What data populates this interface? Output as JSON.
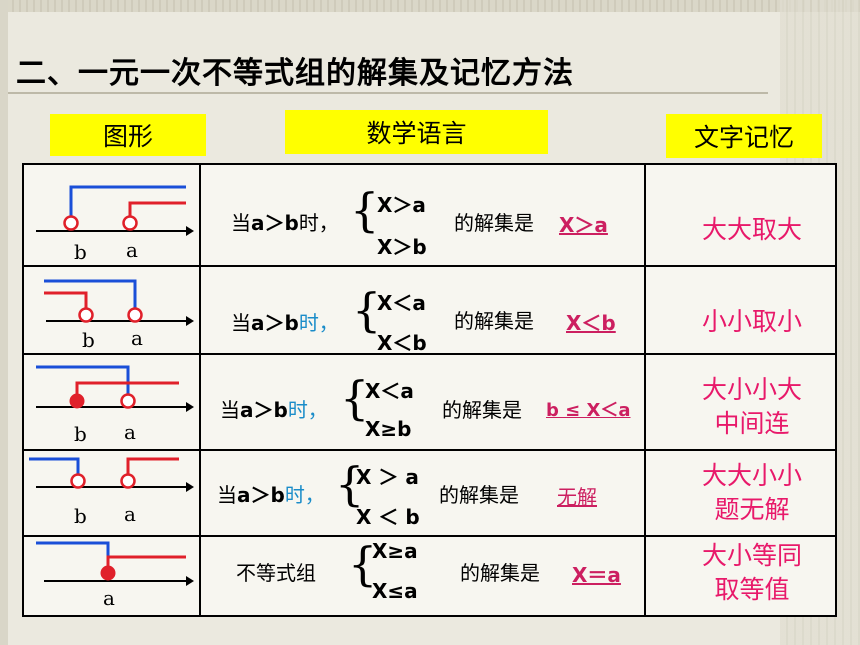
{
  "title": "二、一元一次不等式组的解集及记忆方法",
  "headers": {
    "figure": "图形",
    "math_language": "数学语言",
    "text_memory": "文字记忆"
  },
  "solution_set_word": "的解集是",
  "rows": [
    {
      "figure_labels": [
        "b",
        "a"
      ],
      "condition_prefix": "当",
      "condition_expr": "a＞b",
      "condition_suffix": "时，",
      "ineq1": "X＞a",
      "ineq2": "X＞b",
      "solution": "X＞a",
      "memory": [
        "大大取大"
      ]
    },
    {
      "figure_labels": [
        "b",
        "a"
      ],
      "condition_prefix": "当",
      "condition_expr": "a＞b",
      "condition_suffix": "时，",
      "ineq1": "X＜a",
      "ineq2": "X＜b",
      "solution": "X＜b",
      "memory": [
        "小小取小"
      ]
    },
    {
      "figure_labels": [
        "b",
        "a"
      ],
      "condition_prefix": "当",
      "condition_expr": "a＞b",
      "condition_suffix": "时，",
      "ineq1": "X＜a",
      "ineq2": "X≥b",
      "solution": "b ≤ X＜a",
      "memory": [
        "大小小大",
        "中间连"
      ]
    },
    {
      "figure_labels": [
        "b",
        "a"
      ],
      "condition_prefix": "当",
      "condition_expr": "a＞b",
      "condition_suffix": "时，",
      "ineq1": "X ＞ a",
      "ineq2": "X ＜ b",
      "solution": "无解",
      "memory": [
        "大大小小",
        "题无解"
      ]
    },
    {
      "figure_labels": [
        "a"
      ],
      "condition_prefix": "不等式组",
      "condition_expr": "",
      "condition_suffix": "",
      "ineq1": "X≥a",
      "ineq2": "X≤a",
      "solution": "X＝a",
      "memory": [
        "大小等同",
        "取等值"
      ]
    }
  ],
  "colors": {
    "header_bg": "#ffff00",
    "blue_ray": "#1a4fd8",
    "red_ray": "#e0202a",
    "solution_text": "#cc1f60",
    "memory_text": "#e8196a"
  }
}
